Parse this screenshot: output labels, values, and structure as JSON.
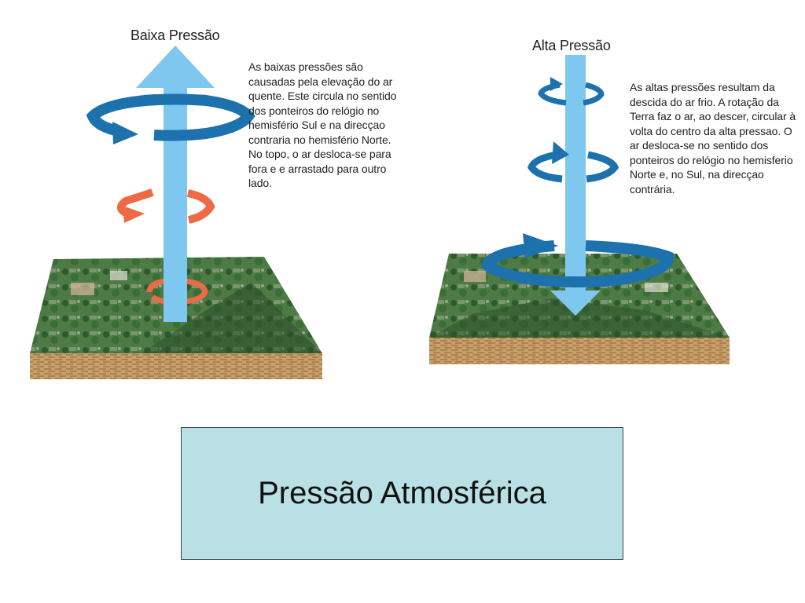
{
  "low_pressure": {
    "title": "Baixa Pressão",
    "description": "As baixas pressões são causadas pela elevação do ar quente. Este circula no sentido dos ponteiros do relógio no hemisfério Sul e na direcçao contraria no hemisfério Norte. No topo, o ar desloca-se para fora e e arrastado para outro lado."
  },
  "high_pressure": {
    "title": "Alta Pressão",
    "description": "As altas pressões resultam da descida do ar frio. A rotação da Terra faz o ar, ao descer, circular à volta do centro da alta pressao. O ar desloca-se no sentido dos ponteiros do relógio no hemisferio Norte e, no Sul, na direcçao contrária."
  },
  "caption": {
    "text": "Pressão Atmosférica"
  },
  "colors": {
    "air_column": "#7ec8f0",
    "cold_rotation": "#1d72ad",
    "warm_rotation": "#ee6a45",
    "ground_soil": "#c9a06a",
    "ground_vegetation": "#3f6b3a",
    "caption_background": "#b9e0e4"
  }
}
